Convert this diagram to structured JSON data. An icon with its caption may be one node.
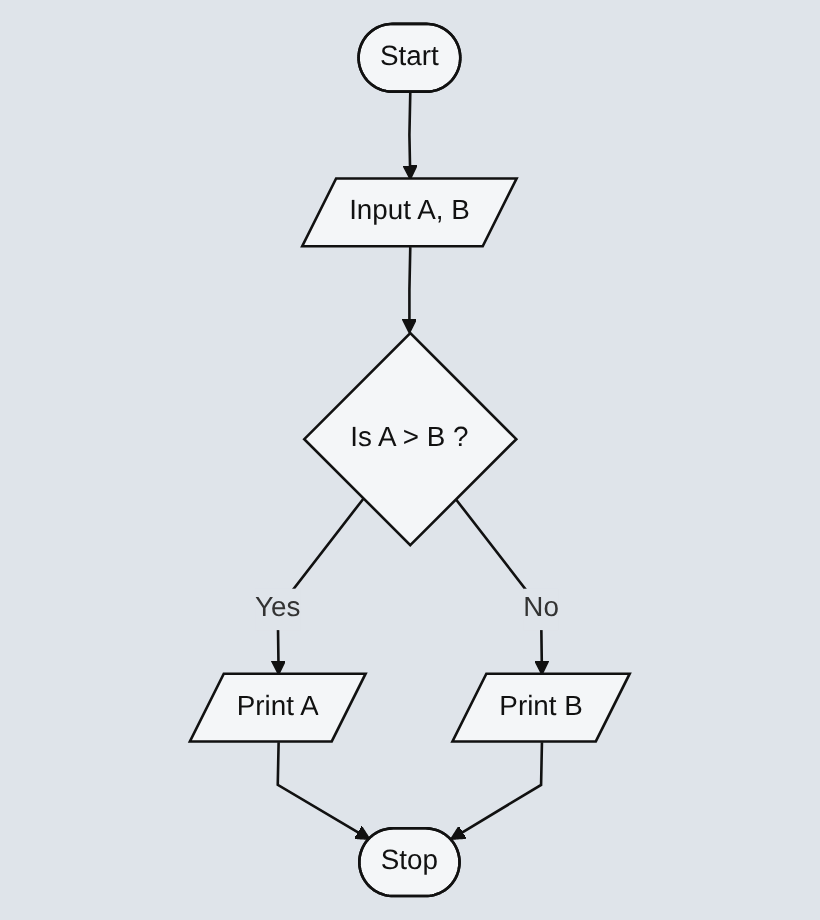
{
  "diagram": {
    "nodes": [
      {
        "text": [
          "Start"
        ]
      },
      {
        "text": [
          "Input A, B"
        ]
      },
      {
        "text": [
          "Is A > B ?"
        ]
      },
      {
        "text": [
          "Print B"
        ]
      },
      {
        "text": [
          "Print A"
        ]
      },
      {
        "text": [
          "Stop"
        ]
      }
    ],
    "edges": [
      {
        "from": 0,
        "to": 1,
        "arrow": "to"
      },
      {
        "from": 1,
        "to": 2,
        "arrow": "to"
      },
      {
        "from": 2,
        "to": 3,
        "label": "No",
        "arrow": "to"
      },
      {
        "from": 2,
        "to": 4,
        "label": "Yes",
        "arrow": "to"
      },
      {
        "from": 4,
        "to": 5,
        "arrow": "to"
      },
      {
        "from": 3,
        "to": 5,
        "arrow": "to"
      }
    ]
  }
}
